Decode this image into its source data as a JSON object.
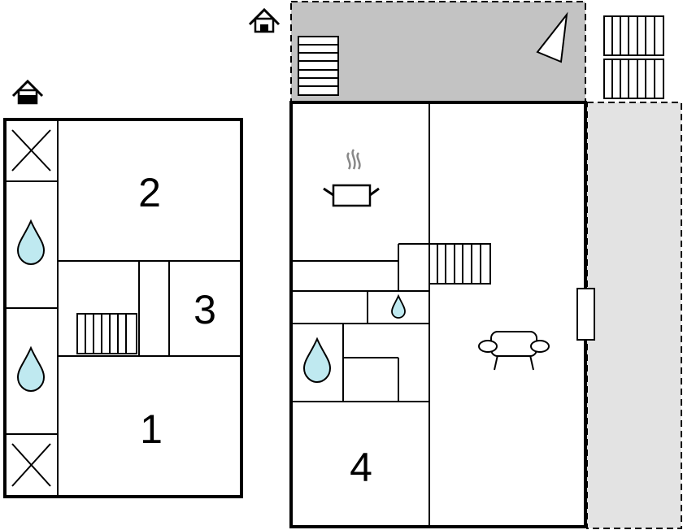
{
  "plan": {
    "colors": {
      "wall": "#000000",
      "terrace": "#c3c3c3",
      "side_area": "#e3e3e3",
      "water": "#bfe9f0",
      "steam": "#888888"
    },
    "left_unit": {
      "entrance_icon": "house-entrance-icon",
      "rooms": [
        {
          "id": "room-2",
          "label": "2"
        },
        {
          "id": "room-3",
          "label": "3"
        },
        {
          "id": "room-1",
          "label": "1"
        }
      ],
      "icons": [
        "window-cross-icon",
        "water-drop-icon",
        "stairs-icon"
      ]
    },
    "right_unit": {
      "entrance_icon": "house-entrance-icon",
      "rooms": [
        {
          "id": "room-4",
          "label": "4"
        }
      ],
      "icons": [
        "cooking-pot-icon",
        "stairs-icon",
        "water-drop-icon",
        "sofa-icon",
        "door-icon",
        "sun-lounger-icon",
        "wood-storage-icon"
      ]
    }
  }
}
